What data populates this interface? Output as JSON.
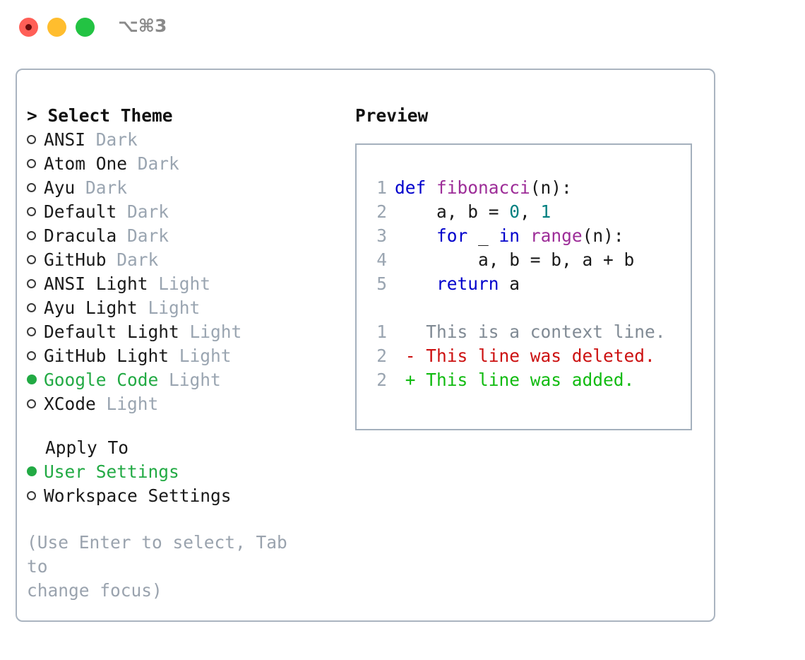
{
  "window": {
    "shortcut": "⌥⌘3",
    "traffic_lights": [
      {
        "name": "close",
        "color": "#ff5f57"
      },
      {
        "name": "minimize",
        "color": "#ffbd2e"
      },
      {
        "name": "maximize",
        "color": "#23c343"
      }
    ]
  },
  "theme_picker": {
    "heading": "> Select Theme",
    "items": [
      {
        "name": "ANSI",
        "kind": "Dark",
        "selected": false
      },
      {
        "name": "Atom One",
        "kind": "Dark",
        "selected": false
      },
      {
        "name": "Ayu",
        "kind": "Dark",
        "selected": false
      },
      {
        "name": "Default",
        "kind": "Dark",
        "selected": false
      },
      {
        "name": "Dracula",
        "kind": "Dark",
        "selected": false
      },
      {
        "name": "GitHub",
        "kind": "Dark",
        "selected": false
      },
      {
        "name": "ANSI Light",
        "kind": "Light",
        "selected": false
      },
      {
        "name": "Ayu Light",
        "kind": "Light",
        "selected": false
      },
      {
        "name": "Default Light",
        "kind": "Light",
        "selected": false
      },
      {
        "name": "GitHub Light",
        "kind": "Light",
        "selected": false
      },
      {
        "name": "Google Code",
        "kind": "Light",
        "selected": true
      },
      {
        "name": "XCode",
        "kind": "Light",
        "selected": false
      }
    ]
  },
  "apply_to": {
    "heading": "Apply To",
    "options": [
      {
        "label": "User Settings",
        "selected": true
      },
      {
        "label": "Workspace Settings",
        "selected": false
      }
    ]
  },
  "hint": "(Use Enter to select, Tab to\nchange focus)",
  "preview": {
    "heading": "Preview",
    "code_lines": [
      {
        "number": "1",
        "tokens": [
          {
            "text": "def ",
            "style": "kw"
          },
          {
            "text": "fibonacci",
            "style": "fn"
          },
          {
            "text": "(n):",
            "style": "punct"
          }
        ]
      },
      {
        "number": "2",
        "tokens": [
          {
            "text": "    a, b = ",
            "style": "plain"
          },
          {
            "text": "0",
            "style": "num"
          },
          {
            "text": ", ",
            "style": "plain"
          },
          {
            "text": "1",
            "style": "num"
          }
        ]
      },
      {
        "number": "3",
        "tokens": [
          {
            "text": "    ",
            "style": "plain"
          },
          {
            "text": "for",
            "style": "kw"
          },
          {
            "text": " _ ",
            "style": "plain"
          },
          {
            "text": "in",
            "style": "kw"
          },
          {
            "text": " ",
            "style": "plain"
          },
          {
            "text": "range",
            "style": "fn"
          },
          {
            "text": "(n):",
            "style": "punct"
          }
        ]
      },
      {
        "number": "4",
        "tokens": [
          {
            "text": "        a, b = b, a + b",
            "style": "plain"
          }
        ]
      },
      {
        "number": "5",
        "tokens": [
          {
            "text": "    ",
            "style": "plain"
          },
          {
            "text": "return",
            "style": "kw"
          },
          {
            "text": " a",
            "style": "plain"
          }
        ]
      }
    ],
    "diff_lines": [
      {
        "number": "1",
        "marker": " ",
        "text": "This is a context line.",
        "style": "diff-ctx"
      },
      {
        "number": "2",
        "marker": "-",
        "text": "This line was deleted.",
        "style": "diff-del"
      },
      {
        "number": "2",
        "marker": "+",
        "text": "This line was added.",
        "style": "diff-add"
      }
    ]
  },
  "colors": {
    "accent_green": "#22aa44",
    "muted": "#9aa5b1",
    "border": "#aab4c0",
    "keyword": "#0000cc",
    "function": "#9d2d98",
    "number": "#008080",
    "diff_added": "#11bb11",
    "diff_deleted": "#cc1111",
    "diff_context": "#808a94"
  }
}
